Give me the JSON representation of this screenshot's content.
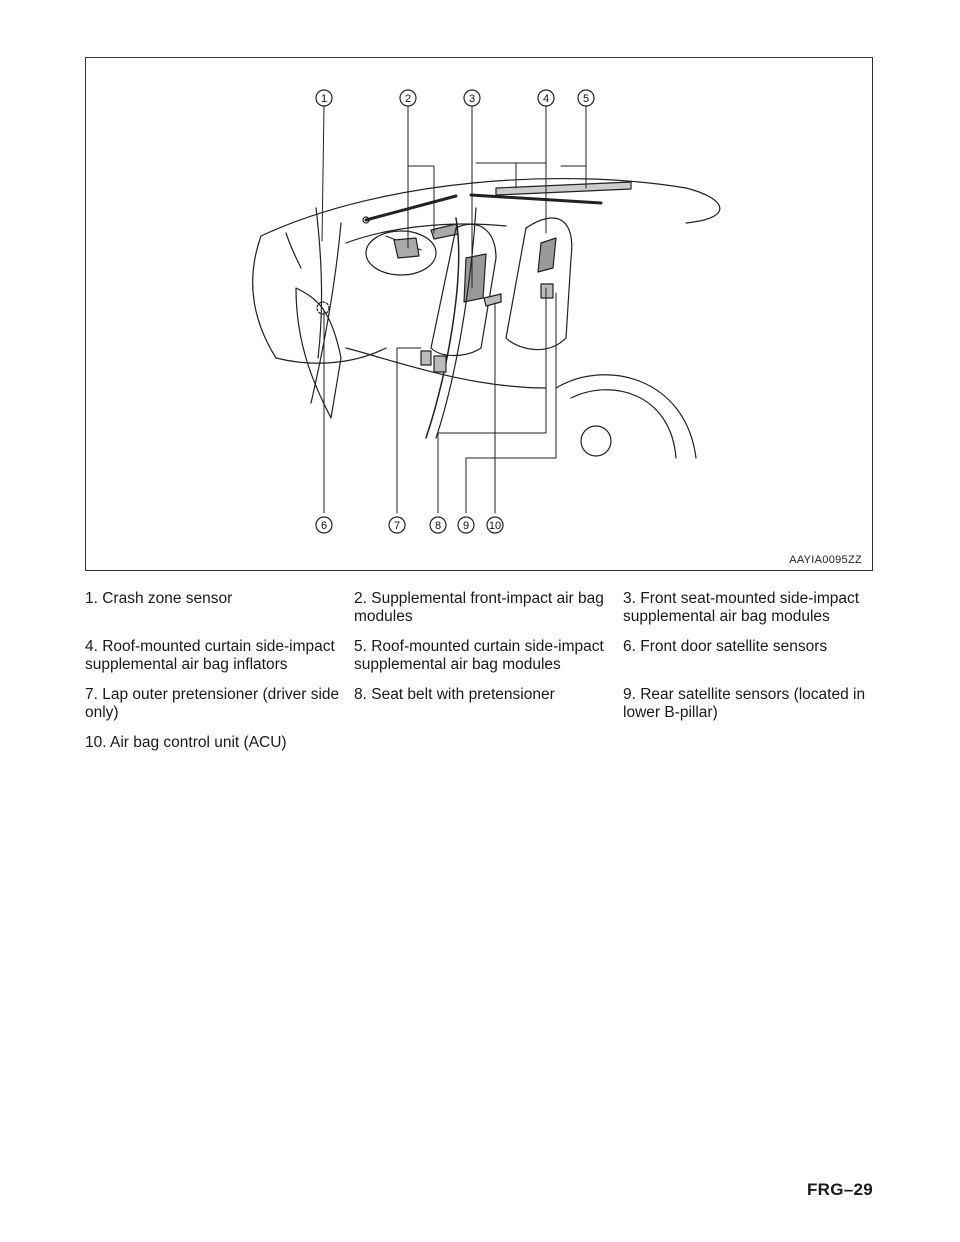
{
  "figure": {
    "code": "AAYIA0095ZZ",
    "callouts": [
      "1",
      "2",
      "3",
      "4",
      "5",
      "6",
      "7",
      "8",
      "9",
      "10"
    ]
  },
  "legend": [
    "1. Crash zone sensor",
    "2. Supplemental front-impact air bag modules",
    "3. Front seat-mounted side-impact supplemental air bag modules",
    "4. Roof-mounted curtain side-impact supplemental air bag inflators",
    "5. Roof-mounted curtain side-impact supplemental air bag modules",
    "6. Front door satellite sensors",
    "7. Lap outer pretensioner (driver side only)",
    "8. Seat belt with pretensioner",
    "9. Rear satellite sensors (located in lower B-pillar)",
    "10. Air bag control unit (ACU)"
  ],
  "page_number": "FRG–29"
}
